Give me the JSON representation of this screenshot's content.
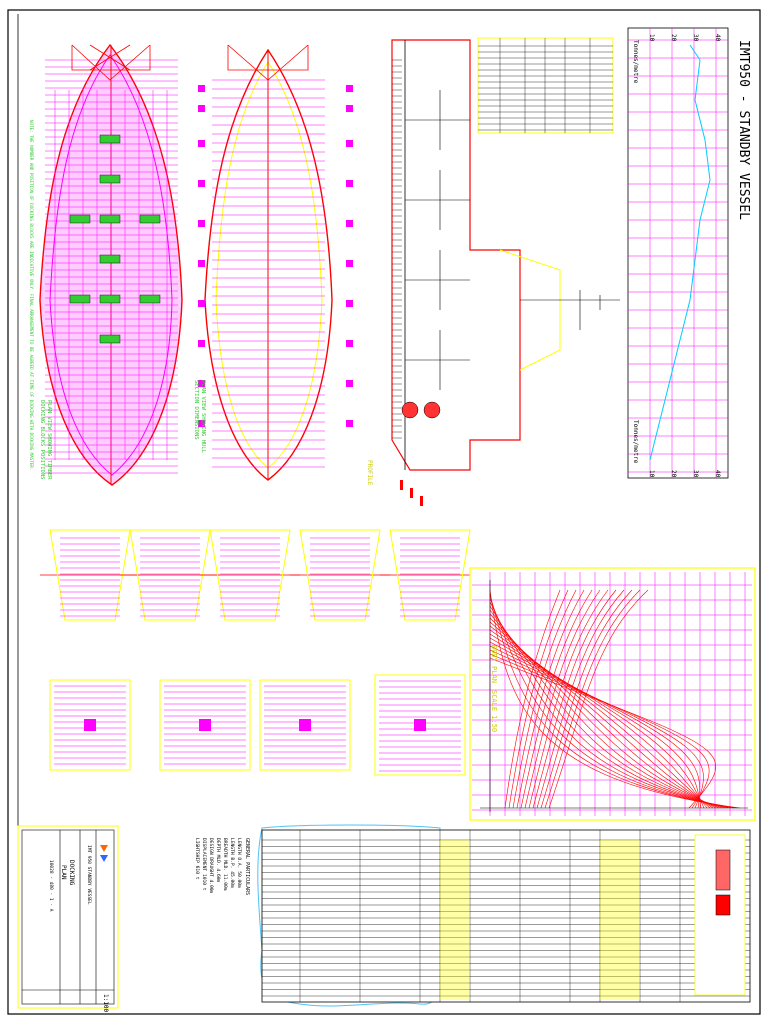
{
  "drawing": {
    "title": "IMT950 - STANDBY VESSEL",
    "profile_label": "PROFILE",
    "body_plan_label": "BODY PLAN",
    "body_plan_scale": "SCALE 1:50",
    "tonnes_label_top": "Tonnes/metre",
    "tonnes_label_bottom": "Tonnes/metre",
    "graph_ticks_top": [
      "10",
      "20",
      "30",
      "40"
    ],
    "graph_ticks_bottom": [
      "10",
      "20",
      "30",
      "40"
    ],
    "note_plan_1": "PLAN VIEW SHOWING TIMBER",
    "note_plan_2": "DOCKING BLOCKS POSITIONS",
    "note_plan_3": "PLAN VIEW SHOWING HULL",
    "note_plan_4": "SECTION DIMENSIONS",
    "note_docking": "NOTE: THE NUMBER AND POSITION OF DOCKING BLOCKS ARE INDICATIVE ONLY. FINAL ARRANGEMENT TO BE AGREED AT TIME OF DOCKING WITH DOCKING MASTER.",
    "gen_particulars_heading": "GENERAL PARTICULARS",
    "gen_particulars": [
      "LENGTH O.A.          50.00m",
      "LENGTH B.P.          45.00m",
      "BREADTH MLD.         11.00m",
      "DEPTH MLD.            4.60m",
      "DESIGN DRAUGHT        4.00m",
      "DISPLACEMENT        1010 t",
      "LIGHTSHIP            610 t"
    ],
    "title_block_line1": "DOCKING",
    "title_block_line2": "PLAN",
    "title_block_scale": "1:100",
    "title_block_company": "IMT 950 STANDBY VESSEL",
    "title_block_number": "10028 - 480 - 1 - A"
  },
  "colors": {
    "hull": "#ff00ff",
    "frames": "#ff0000",
    "annotation": "#ffff00",
    "graph_line": "#00ccff",
    "ink": "#000000",
    "cloud": "#4fc3f7"
  }
}
